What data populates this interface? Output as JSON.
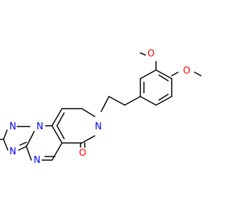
{
  "molecule": {
    "atom_labels": {
      "o_meta": "O",
      "o_para": "O",
      "n_amide": "N",
      "o_carbonyl": "O",
      "n_fused": "N",
      "n_triazole_top": "N",
      "n_triazole_bottom": "N",
      "n_pyrimidine": "N"
    },
    "colors": {
      "bond": "#000000",
      "nitrogen": "#0000ff",
      "oxygen": "#ff0000",
      "background": "#ffffff"
    }
  }
}
